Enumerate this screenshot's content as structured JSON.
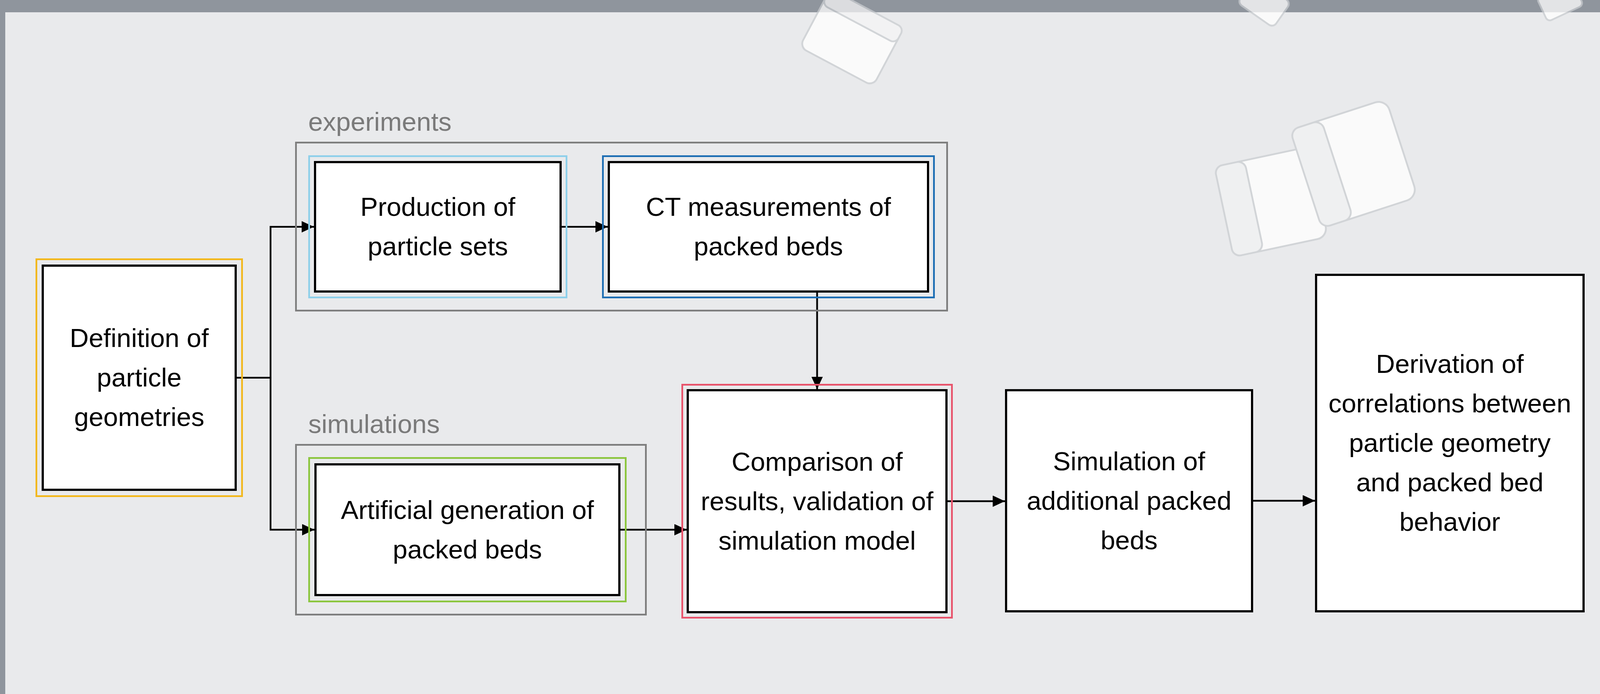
{
  "diagram": {
    "nodes": [
      {
        "text": [
          "Definition of particle geometries"
        ]
      },
      {
        "text": [
          "experiments"
        ]
      },
      {
        "text": [
          "Production of particle sets"
        ],
        "in": 1
      },
      {
        "text": [
          "CT measurements of packed beds"
        ],
        "in": 1
      },
      {
        "text": [
          "simulations"
        ]
      },
      {
        "text": [
          "Artificial generation of packed beds"
        ],
        "in": 4
      },
      {
        "text": [
          "Comparison of results, validation of simulation model"
        ]
      },
      {
        "text": [
          "Simulation of additional packed beds"
        ]
      },
      {
        "text": [
          "Derivation of correlations between particle geometry and packed bed behavior"
        ]
      }
    ],
    "edges": [
      {
        "from": 0,
        "to": 2,
        "arrow": "to"
      },
      {
        "from": 0,
        "to": 5,
        "arrow": "to"
      },
      {
        "from": 2,
        "to": 3,
        "arrow": "to"
      },
      {
        "from": 3,
        "to": 6,
        "arrow": "to"
      },
      {
        "from": 5,
        "to": 6,
        "arrow": "to"
      },
      {
        "from": 6,
        "to": 7,
        "arrow": "to"
      },
      {
        "from": 7,
        "to": 8,
        "arrow": "to"
      }
    ]
  }
}
